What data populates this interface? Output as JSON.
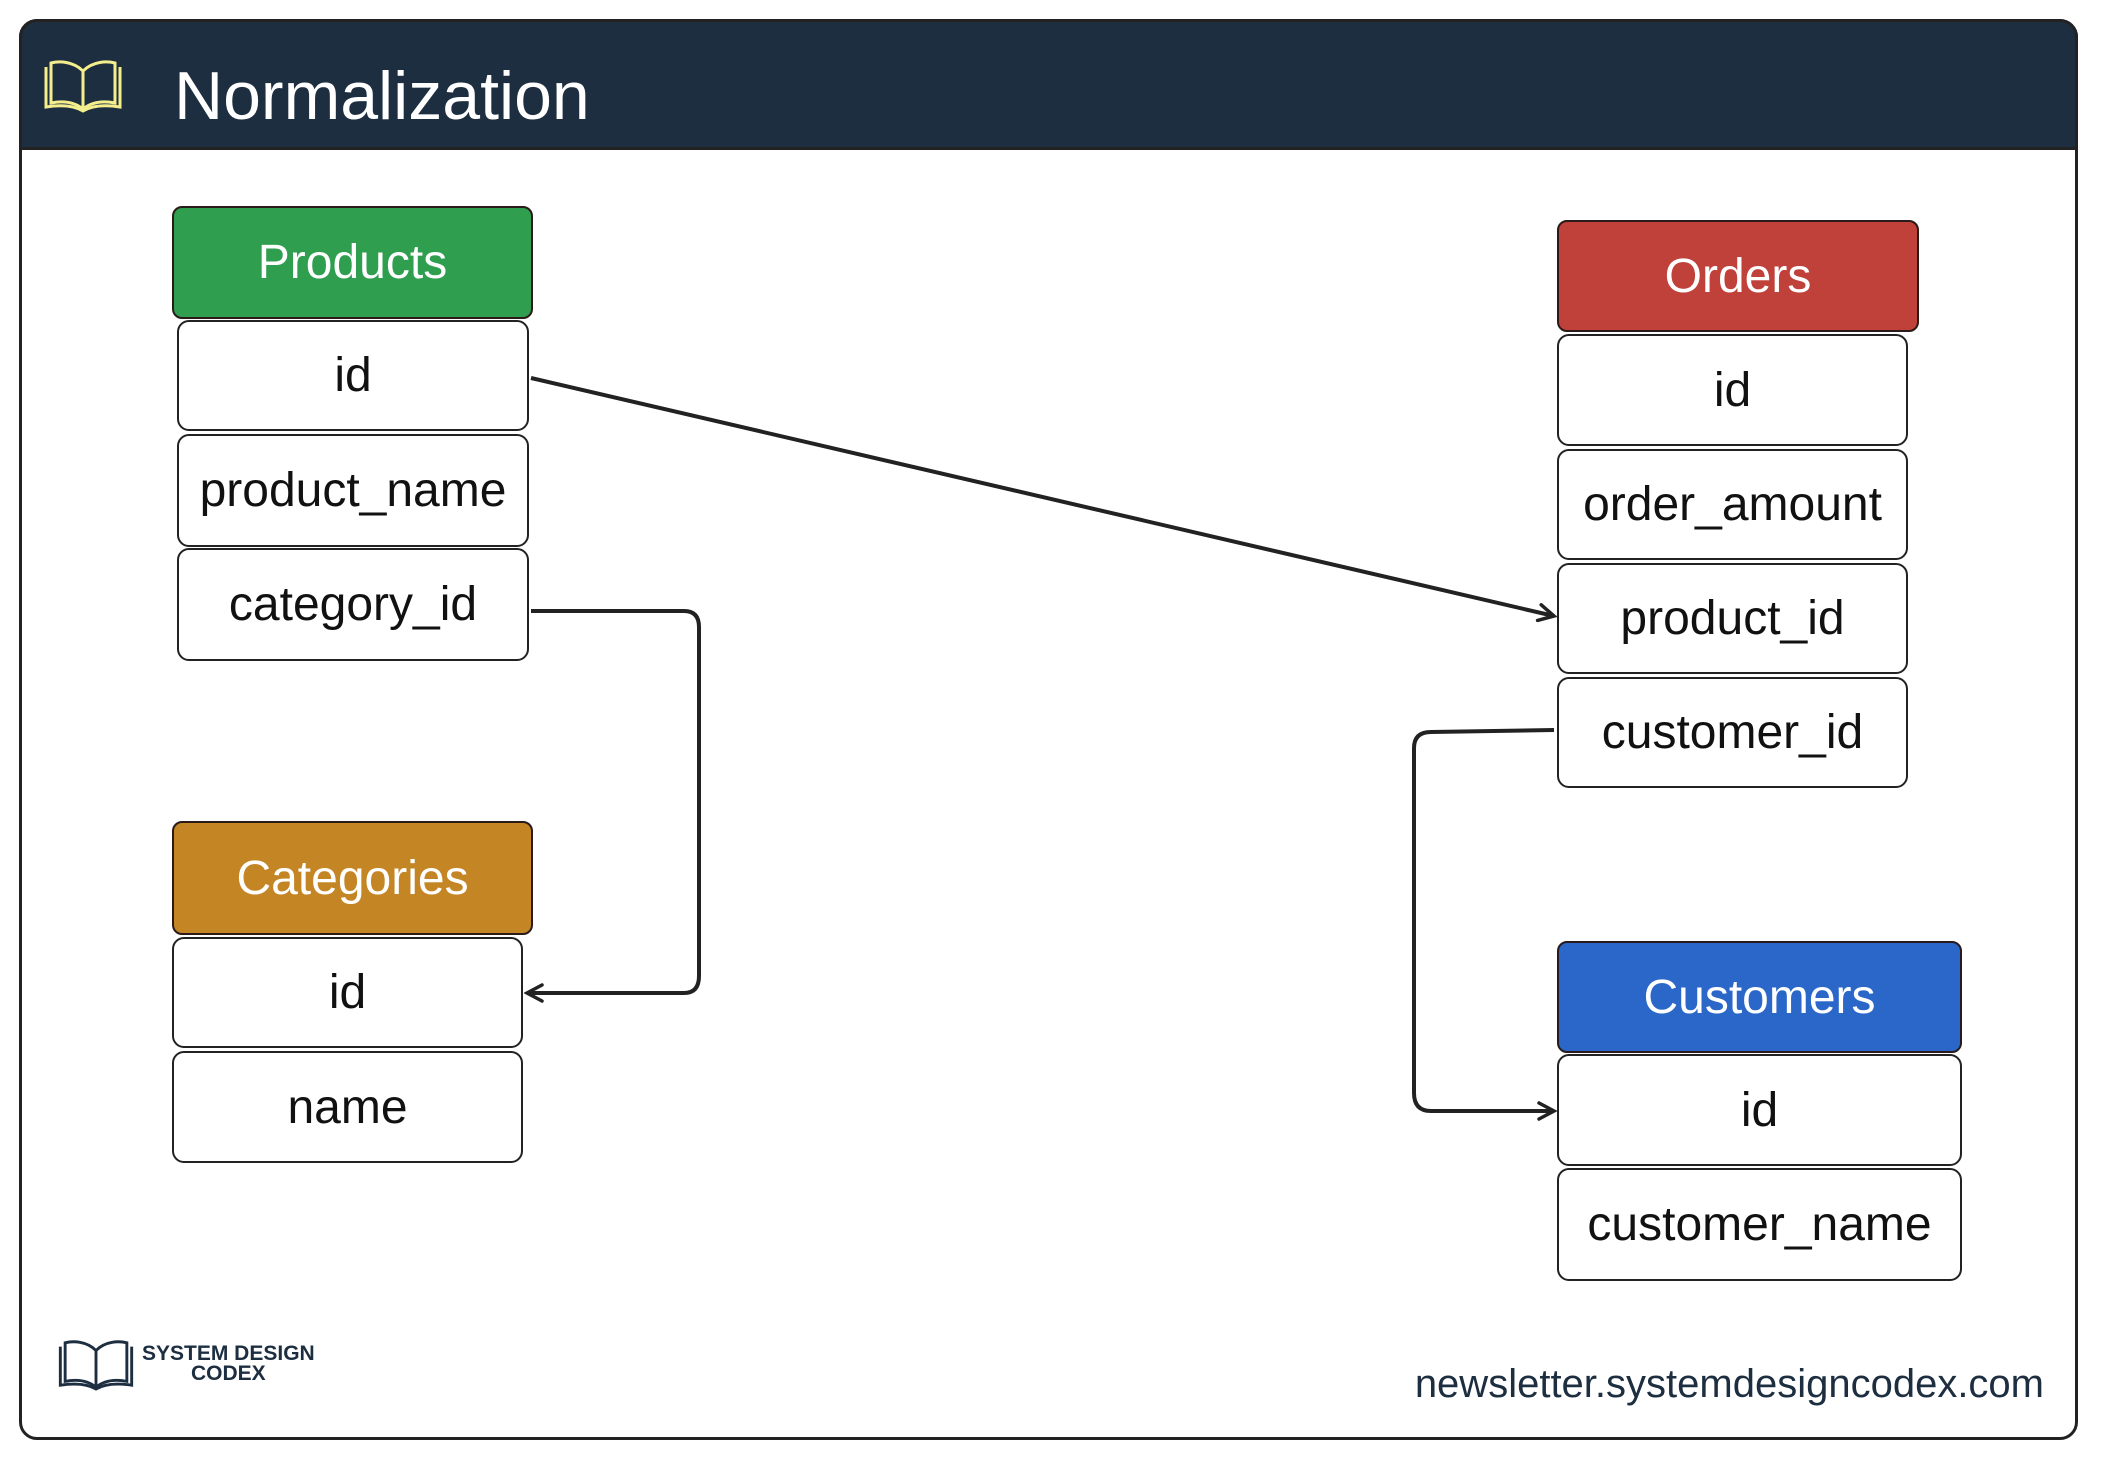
{
  "header": {
    "title": "Normalization",
    "icon": "open-book-icon"
  },
  "colors": {
    "header_bg": "#1c2e40",
    "products": "#2f9e4f",
    "orders": "#c0403a",
    "categories": "#c48525",
    "customers": "#2a67c9",
    "book_icon": "#f5ee8c"
  },
  "tables": {
    "products": {
      "title": "Products",
      "fields": [
        "id",
        "product_name",
        "category_id"
      ]
    },
    "categories": {
      "title": "Categories",
      "fields": [
        "id",
        "name"
      ]
    },
    "orders": {
      "title": "Orders",
      "fields": [
        "id",
        "order_amount",
        "product_id",
        "customer_id"
      ]
    },
    "customers": {
      "title": "Customers",
      "fields": [
        "id",
        "customer_name"
      ]
    }
  },
  "relations": [
    {
      "from": "products.id",
      "to": "orders.product_id"
    },
    {
      "from": "products.category_id",
      "to": "categories.id"
    },
    {
      "from": "orders.customer_id",
      "to": "customers.id"
    }
  ],
  "footer": {
    "logo_line1": "SYSTEM DESIGN",
    "logo_line2": "CODEX",
    "url": "newsletter.systemdesigncodex.com"
  }
}
